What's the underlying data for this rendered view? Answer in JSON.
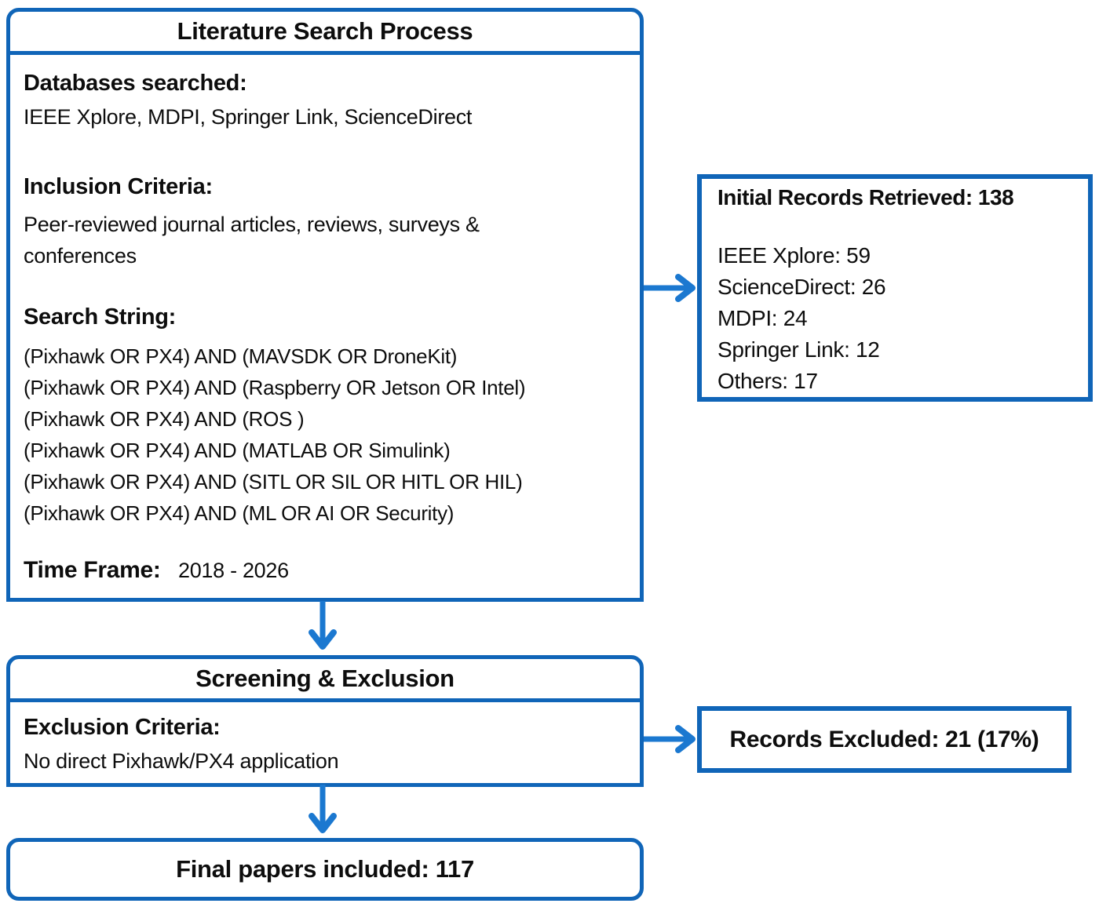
{
  "colors": {
    "border_blue": "#1065b8",
    "arrow_blue": "#1b78d0",
    "text_black": "#0d0d0d"
  },
  "literature_box": {
    "title": "Literature Search Process",
    "databases_label": "Databases searched:",
    "databases_value": "IEEE Xplore, MDPI, Springer Link, ScienceDirect",
    "inclusion_label": "Inclusion Criteria:",
    "inclusion_lines": [
      "Peer-reviewed journal articles, reviews, surveys &",
      "conferences"
    ],
    "search_label": "Search String:",
    "search_strings": [
      "(Pixhawk OR PX4) AND (MAVSDK OR DroneKit)",
      "(Pixhawk OR PX4) AND (Raspberry OR Jetson OR Intel)",
      "(Pixhawk OR PX4) AND (ROS )",
      "(Pixhawk OR PX4) AND (MATLAB OR Simulink)",
      "(Pixhawk OR PX4) AND (SITL OR SIL OR HITL OR HIL)",
      "(Pixhawk OR PX4) AND (ML OR AI OR Security)"
    ],
    "time_frame_label": "Time Frame:",
    "time_frame_value": "2018 - 2026"
  },
  "initial_records_box": {
    "title": "Initial Records Retrieved: 138",
    "items": [
      "IEEE Xplore: 59",
      "ScienceDirect: 26",
      "MDPI: 24",
      "Springer Link: 12",
      "Others: 17"
    ]
  },
  "screening_box": {
    "title": "Screening & Exclusion",
    "exclusion_label": "Exclusion Criteria:",
    "exclusion_value": "No direct Pixhawk/PX4 application"
  },
  "records_excluded_box": {
    "label": "Records Excluded: 21 (17%)"
  },
  "final_box": {
    "label": "Final papers included: 117"
  }
}
